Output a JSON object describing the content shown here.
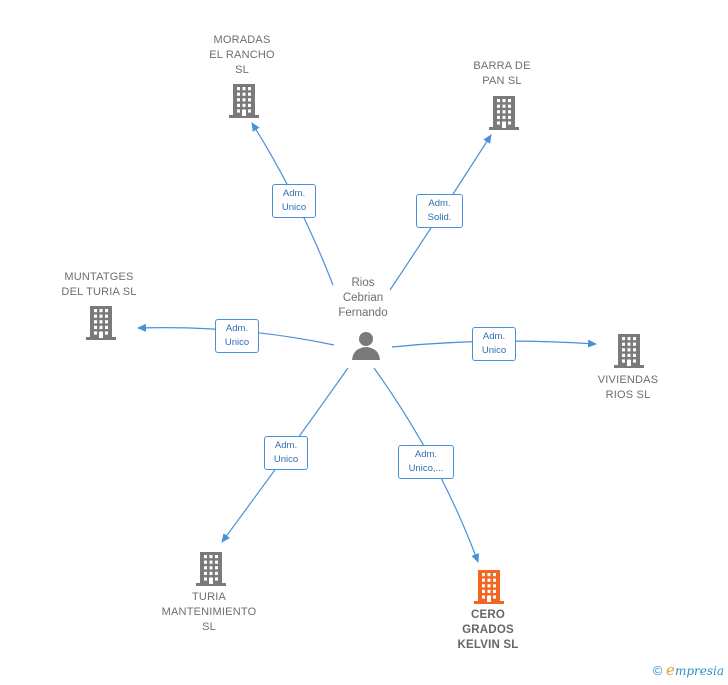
{
  "center": {
    "name_lines": [
      "Rios",
      "Cebrian",
      "Fernando"
    ]
  },
  "companies": [
    {
      "id": "moradas",
      "lines": [
        "MORADAS",
        "EL RANCHO",
        "SL"
      ],
      "color": "#7a7a7a",
      "highlight": false
    },
    {
      "id": "barra",
      "lines": [
        "BARRA DE",
        "PAN  SL"
      ],
      "color": "#7a7a7a",
      "highlight": false
    },
    {
      "id": "muntatges",
      "lines": [
        "MUNTATGES",
        "DEL TURIA SL"
      ],
      "color": "#7a7a7a",
      "highlight": false
    },
    {
      "id": "viviendas",
      "lines": [
        "VIVIENDAS",
        "RIOS  SL"
      ],
      "color": "#7a7a7a",
      "highlight": false
    },
    {
      "id": "turia",
      "lines": [
        "TURIA",
        "MANTENIMIENTO",
        "SL"
      ],
      "color": "#7a7a7a",
      "highlight": false
    },
    {
      "id": "cero",
      "lines": [
        "CERO",
        "GRADOS",
        "KELVIN  SL"
      ],
      "color": "#f26522",
      "highlight": true
    }
  ],
  "relations": [
    {
      "to": "moradas",
      "label_lines": [
        "Adm.",
        "Unico"
      ]
    },
    {
      "to": "barra",
      "label_lines": [
        "Adm.",
        "Solid."
      ]
    },
    {
      "to": "muntatges",
      "label_lines": [
        "Adm.",
        "Unico"
      ]
    },
    {
      "to": "viviendas",
      "label_lines": [
        "Adm.",
        "Unico"
      ]
    },
    {
      "to": "turia",
      "label_lines": [
        "Adm.",
        "Unico"
      ]
    },
    {
      "to": "cero",
      "label_lines": [
        "Adm.",
        "Unico,..."
      ]
    }
  ],
  "footer": {
    "copyright": "©",
    "brand_initial": "e",
    "brand_rest": "mpresia"
  },
  "colors": {
    "edge": "#4a90d9",
    "person_icon": "#7a7a7a"
  }
}
